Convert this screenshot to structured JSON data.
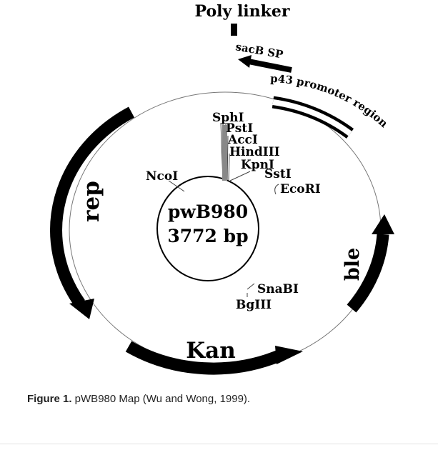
{
  "plasmid": {
    "name": "pwB980",
    "size": "3772 bp"
  },
  "labels": {
    "poly_linker": "Poly linker",
    "sacb_sp": "sacB SP",
    "p43": "p43 promoter region",
    "rep": "rep",
    "kan": "Kan",
    "ble": "ble"
  },
  "sites": {
    "sphi": "SphI",
    "psti": "PstI",
    "acci": "AccI",
    "hindiii": "HindIII",
    "kpni": "KpnI",
    "ssti": "SstI",
    "ecori": "EcoRI",
    "ncoi": "NcoI",
    "snabi": "SnaBI",
    "bglii": "BgIII"
  },
  "caption": {
    "figure": "Figure 1.",
    "text": " pWB980 Map (Wu and Wong, 1999)."
  }
}
